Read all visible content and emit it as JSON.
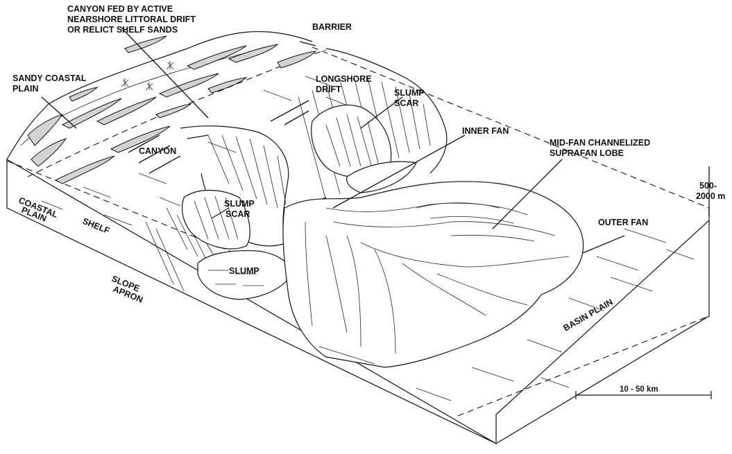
{
  "labels": {
    "canyon_fed": [
      "CANYON FED BY ACTIVE",
      "NEARSHORE LITTORAL DRIFT",
      "OR RELICT SHELF SANDS"
    ],
    "barrier": "BARRIER",
    "sandy_coastal_plain": [
      "SANDY COASTAL",
      "PLAIN"
    ],
    "longshore_drift": [
      "LONGSHORE",
      "DRIFT"
    ],
    "slump_scar_upper": [
      "SLUMP",
      "SCAR"
    ],
    "inner_fan": "INNER FAN",
    "mid_fan": [
      "MID-FAN CHANNELIZED",
      "SUPRAFAN LOBE"
    ],
    "canyon": "CANYON",
    "depth": [
      "500-",
      "2000 m"
    ],
    "coastal_plain": [
      "COASTAL",
      "PLAIN"
    ],
    "shelf": "SHELF",
    "slump_scar_lower": [
      "SLUMP",
      "SCAR"
    ],
    "outer_fan": "OUTER FAN",
    "slump": "SLUMP",
    "slope_apron": [
      "SLOPE",
      "APRON"
    ],
    "basin_plain": "BASIN PLAIN",
    "scale": "10 - 50 km"
  }
}
